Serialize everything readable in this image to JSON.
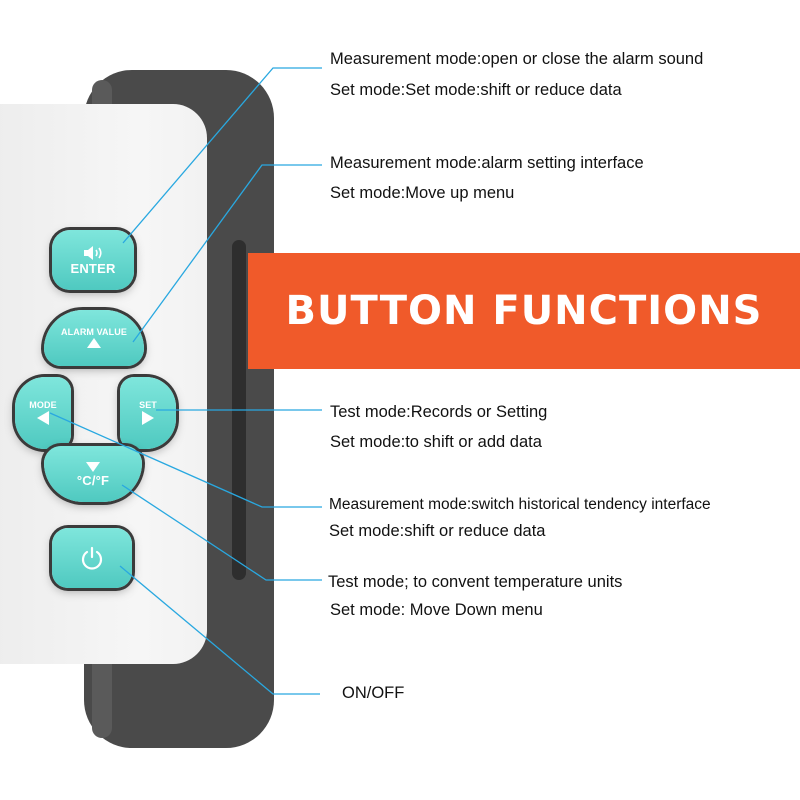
{
  "banner": {
    "title": "BUTTON FUNCTIONS"
  },
  "buttons": {
    "enter": {
      "label": "ENTER",
      "icon": "speaker-icon"
    },
    "alarm_value": {
      "label": "ALARM VALUE",
      "icon": "triangle-up-icon"
    },
    "mode": {
      "label": "MODE",
      "icon": "triangle-left-icon"
    },
    "set": {
      "label": "SET",
      "icon": "triangle-right-icon"
    },
    "unit": {
      "label": "°C/°F",
      "icon": "triangle-down-icon"
    },
    "power": {
      "icon": "power-icon"
    }
  },
  "annotations": {
    "enter": {
      "line1": "Measurement mode:open or close the alarm sound",
      "line2": "Set mode:Set mode:shift or reduce data"
    },
    "alarm_value": {
      "line1": "Measurement mode:alarm setting interface",
      "line2": "Set mode:Move up menu"
    },
    "set": {
      "line1": "Test mode:Records or Setting",
      "line2": "Set mode:to shift or add data"
    },
    "mode": {
      "line1": "Measurement mode:switch historical tendency interface",
      "line2": "Set mode:shift or reduce data"
    },
    "unit": {
      "line1": "Test mode; to convent temperature units",
      "line2": "Set mode: Move Down menu"
    },
    "power": {
      "line1": "ON/OFF"
    }
  },
  "colors": {
    "banner": "#f05a2a",
    "button": "#5ed3c9",
    "frame": "#4a4a4a",
    "callout_line": "#29a8e0"
  }
}
